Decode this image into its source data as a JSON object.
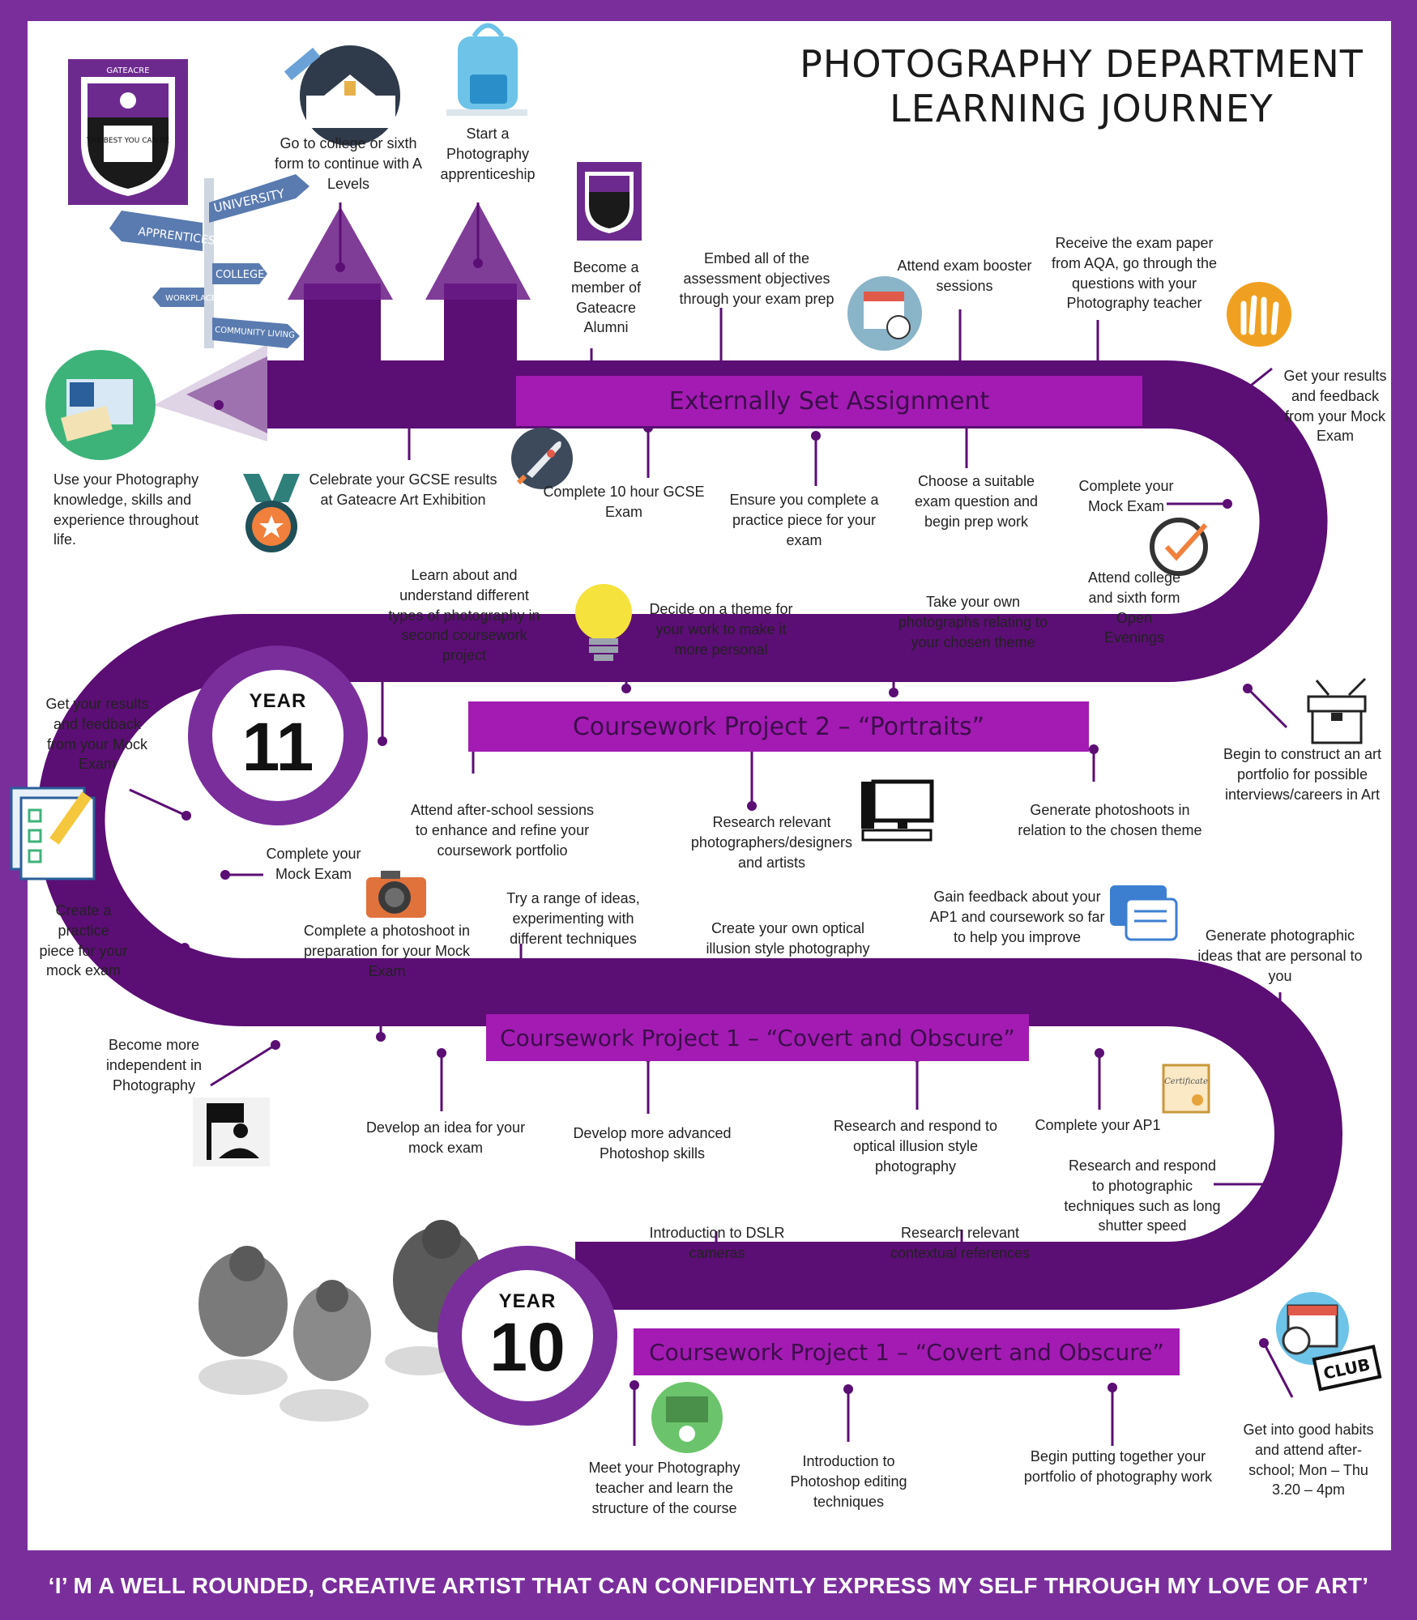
{
  "title": {
    "line1": "PHOTOGRAPHY DEPARTMENT",
    "line2": "LEARNING JOURNEY"
  },
  "banners": {
    "esa": "Externally Set Assignment",
    "cp2": "Coursework Project 2 – “Portraits”",
    "cp1_y11": "Coursework Project 1 – “Covert and Obscure”",
    "cp1_y10": "Coursework Project 1 – “Covert and Obscure”"
  },
  "years": {
    "y11": {
      "word": "YEAR",
      "number": "11"
    },
    "y10": {
      "word": "YEAR",
      "number": "10"
    }
  },
  "signpost": {
    "university": "UNIVERSITY",
    "apprenticeship": "APPRENTICESHIP",
    "college": "COLLEGE",
    "workplace": "WORKPLACE",
    "community": "COMMUNITY LIVING"
  },
  "crest": {
    "name": "GATEACRE",
    "motto": "THE BEST YOU CAN BE"
  },
  "labels": {
    "college": "Go to college or sixth form to continue with A Levels",
    "apprenticeship": "Start a Photography apprenticeship",
    "alumni": "Become a member of Gateacre Alumni",
    "embed": "Embed all of the assessment objectives through your exam prep",
    "booster": "Attend exam booster sessions",
    "receive": "Receive the exam paper from AQA, go through the questions with your Photography teacher",
    "results_top": "Get your results and feedback from your Mock Exam",
    "use_knowledge": "Use your Photography knowledge, skills and experience throughout life.",
    "celebrate": "Celebrate your GCSE results at Gateacre Art Exhibition",
    "ten_hour": "Complete 10 hour GCSE Exam",
    "practice": "Ensure you complete a practice piece for your exam",
    "choose": "Choose a suitable exam question and begin prep work",
    "mock_right": "Complete your Mock Exam",
    "open_evenings": "Attend college and sixth form Open Evenings",
    "learn_types": "Learn about and understand different types of photography in second coursework project",
    "theme": "Decide on a theme for your work to make it more personal",
    "own_photos": "Take your own photographs relating to your chosen theme",
    "portfolio_art": "Begin to construct an art portfolio for possible interviews/careers in Art",
    "results_left": "Get your results and feedback from your Mock Exam",
    "after_school": "Attend after-school sessions to enhance and refine your coursework portfolio",
    "research_photographers": "Research relevant photographers/designers and artists",
    "photoshoots": "Generate photoshoots in relation to the chosen theme",
    "mock_left": "Complete your Mock Exam",
    "photoshoot_prep": "Complete a photoshoot in preparation for your Mock Exam",
    "practice_mock": "Create a practice piece for your mock exam",
    "try_ideas": "Try a range of ideas, experimenting with different techniques",
    "optical_create": "Create your own optical illusion style photography",
    "feedback_ap1": "Gain feedback about your AP1 and coursework so far to help you improve",
    "generate_ideas": "Generate photographic ideas that are personal to you",
    "independent": "Become more independent in Photography",
    "develop_idea": "Develop an idea for your mock exam",
    "photoshop_adv": "Develop more advanced Photoshop skills",
    "optical_research": "Research and respond to optical illusion style photography",
    "ap1": "Complete your AP1",
    "shutter": "Research and respond to photographic techniques such as long shutter speed",
    "dslr": "Introduction to DSLR cameras",
    "contextual": "Research relevant contextual references",
    "meet": "Meet your Photography teacher and learn the structure of the course",
    "photoshop_intro": "Introduction to Photoshop editing techniques",
    "portfolio_photo": "Begin putting together your portfolio of photography work",
    "habits": "Get into good habits and attend after-school; Mon – Thu 3.20 – 4pm"
  },
  "icon_text": {
    "club": "CLUB",
    "certificate": "Certificate"
  },
  "footer": "‘I’   M A WELL ROUNDED, CREATIVE ARTIST THAT CAN CONFIDENTLY EXPRESS MY SELF THROUGH MY LOVE OF ART’",
  "colors": {
    "frame": "#7a2e9c",
    "road": "#5b0e74",
    "banner": "#a31bb3",
    "banner_text": "#3c0d4a"
  }
}
